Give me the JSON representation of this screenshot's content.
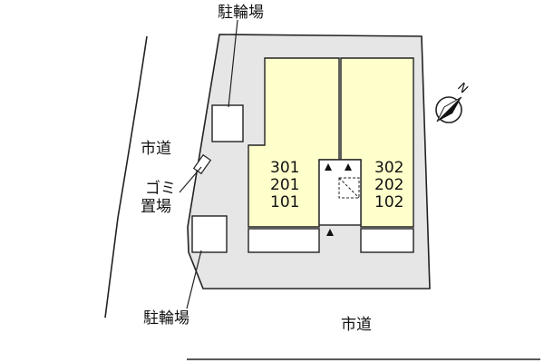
{
  "labels": {
    "bicycle_parking": "駐輪場",
    "city_road": "市道",
    "garbage_1": "ゴミ",
    "garbage_2": "置場"
  },
  "units_west": [
    "301",
    "201",
    "101"
  ],
  "units_east": [
    "302",
    "202",
    "102"
  ],
  "compass": {
    "north_letter": "N"
  },
  "colors": {
    "lot": "#e6e6e6",
    "building": "#ffffcc",
    "line": "#222222"
  }
}
